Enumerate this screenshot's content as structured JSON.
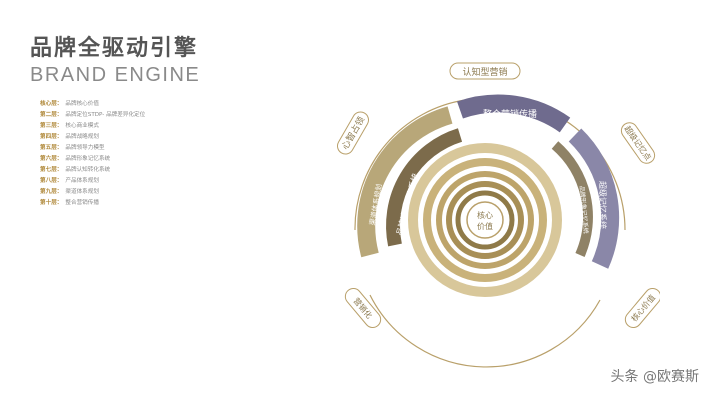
{
  "title": {
    "cn": "品牌全驱动引擎",
    "en": "BRAND ENGINE"
  },
  "levels": [
    {
      "name": "核心层：",
      "desc": "品牌核心价值"
    },
    {
      "name": "第二层：",
      "desc": "品牌定位STDP- 品牌差异化定位"
    },
    {
      "name": "第三层：",
      "desc": "核心商业模式"
    },
    {
      "name": "第四层：",
      "desc": "品牌战略规划"
    },
    {
      "name": "第五层：",
      "desc": "品牌领导力模型"
    },
    {
      "name": "第六层：",
      "desc": "品牌形象记忆系统"
    },
    {
      "name": "第七层：",
      "desc": "品牌认知转化系统"
    },
    {
      "name": "第八层：",
      "desc": "产品体系规划"
    },
    {
      "name": "第九层：",
      "desc": "渠道体系规划"
    },
    {
      "name": "第十层：",
      "desc": "整合营销传播"
    }
  ],
  "diagram": {
    "core": "核心\n价值",
    "outer_arcs": [
      "心智占领",
      "认知型营销",
      "超级记忆点",
      "核心价值",
      "营销化"
    ],
    "ring_labels": {
      "top_band": "整合营销传播",
      "right_band": "超级记忆系统",
      "left_band": "品牌认知转化系统",
      "left_outer": "渠道体系规划",
      "right_outer": "品牌形象记忆系统"
    }
  },
  "watermark": "头条 @欧赛斯"
}
